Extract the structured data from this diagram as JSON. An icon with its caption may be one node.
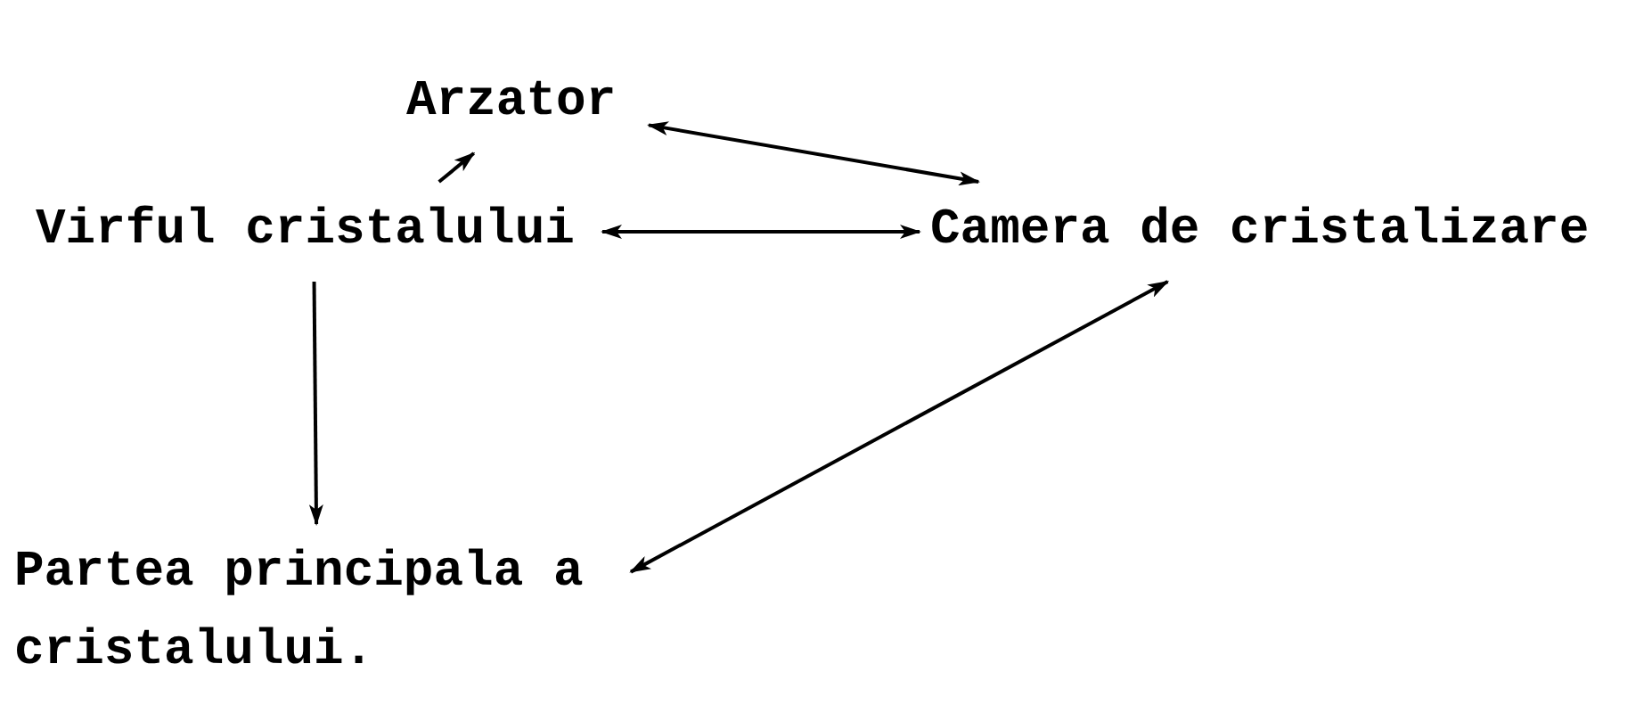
{
  "diagram": {
    "nodes": [
      {
        "text": [
          "Arzator"
        ]
      },
      {
        "text": [
          "Virful cristalului"
        ]
      },
      {
        "text": [
          "Camera de cristalizare"
        ]
      },
      {
        "text": [
          "Partea principala a cristalului."
        ]
      }
    ],
    "edges": [
      {
        "from": 1,
        "to": 0,
        "arrow": "to"
      },
      {
        "from": 0,
        "to": 2,
        "arrow": "both"
      },
      {
        "from": 1,
        "to": 2,
        "arrow": "both"
      },
      {
        "from": 1,
        "to": 3,
        "arrow": "to"
      },
      {
        "from": 3,
        "to": 2,
        "arrow": "both"
      }
    ]
  }
}
